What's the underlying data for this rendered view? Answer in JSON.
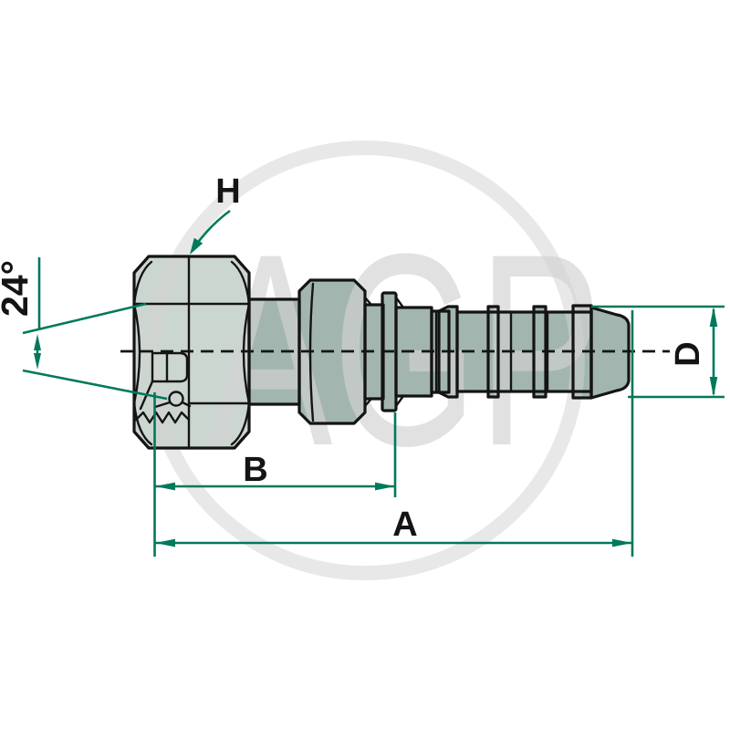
{
  "drawing": {
    "type": "hydraulic-fitting-technical-drawing",
    "labels": {
      "hex_size": "H",
      "cone_angle": "24°",
      "length_b": "B",
      "length_a": "A",
      "diameter_d": "D"
    },
    "watermark": {
      "text": "AGP"
    },
    "colors": {
      "background": "#ffffff",
      "nut_fill": "#ccd6d0",
      "body_fill": "#a2b6af",
      "outline": "#141414",
      "dimension": "#00795c",
      "watermark": "#d2d2d2"
    }
  }
}
